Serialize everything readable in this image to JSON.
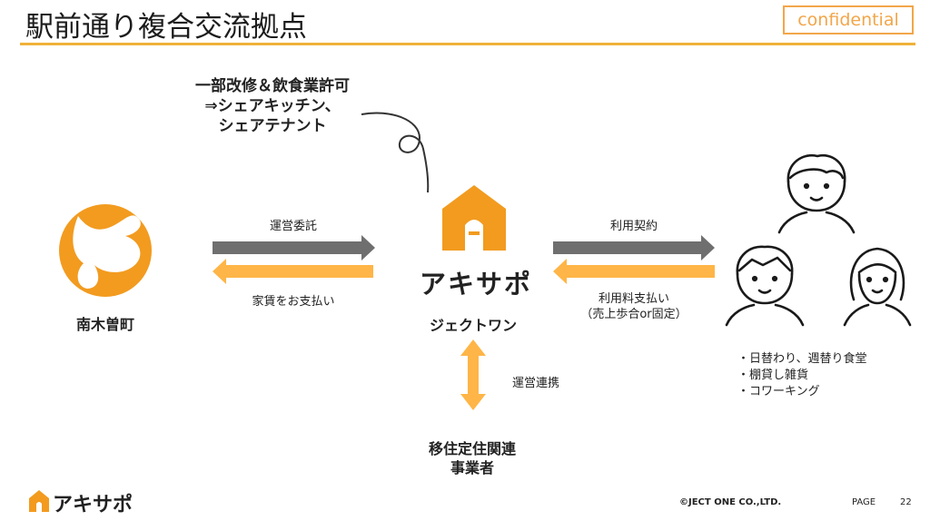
{
  "header": {
    "title": "駅前通り複合交流拠点",
    "badge": "confidential"
  },
  "callout": {
    "line1": "一部改修＆飲食業許可",
    "line2": "⇒シェアキッチン、",
    "line3": "シェアテナント"
  },
  "left": {
    "arrow_top_label": "運営委託",
    "arrow_bottom_label": "家賃をお支払い",
    "entity_label": "南木曽町"
  },
  "center": {
    "brand": "アキサポ",
    "company": "ジェクトワン",
    "vertical_label": "運営連携",
    "partner_line1": "移住定住関連",
    "partner_line2": "事業者"
  },
  "right": {
    "arrow_top_label": "利用契約",
    "arrow_bottom_label1": "利用料支払い",
    "arrow_bottom_label2": "（売上歩合or固定）"
  },
  "services": [
    "・日替わり、週替り食堂",
    "・棚貸し雑貨",
    "・コワーキング"
  ],
  "footer": {
    "brand": "アキサポ",
    "copyright": "©JECT ONE CO.,LTD.",
    "page_label": "PAGE",
    "page_number": "22"
  },
  "colors": {
    "accent_orange": "#f29b1f",
    "light_orange": "#ffb547",
    "gray_arrow": "#6f6f6f",
    "rule_yellow": "#f0b23a",
    "conf_border": "#f2a64a"
  }
}
